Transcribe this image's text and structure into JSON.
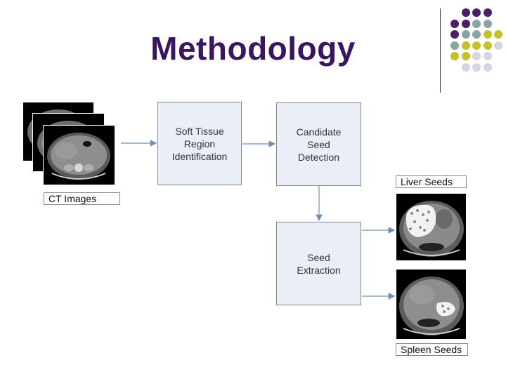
{
  "slide": {
    "title": "Methodology"
  },
  "colors": {
    "title": "#3b1660",
    "dot_purple": "#4b1f68",
    "dot_teal": "#8aa3a5",
    "dot_olive": "#c3c22b",
    "dot_lavender": "#d6d4e3",
    "arrow": "#6f8fb3",
    "box_fill": "#e9eef7"
  },
  "inputs": {
    "ct_images_label": "CT Images"
  },
  "steps": [
    {
      "label": "Soft Tissue\nRegion\nIdentification"
    },
    {
      "label": "Candidate\nSeed\nDetection"
    },
    {
      "label": "Seed\nExtraction"
    }
  ],
  "outputs": {
    "liver_label": "Liver Seeds",
    "spleen_label": "Spleen Seeds"
  },
  "decor": {
    "dot_grid_rows": [
      [
        "",
        "dot_purple",
        "dot_purple",
        "dot_purple"
      ],
      [
        "dot_purple",
        "dot_purple",
        "dot_teal",
        "dot_teal"
      ],
      [
        "dot_purple",
        "dot_teal",
        "dot_teal",
        "dot_olive",
        "dot_olive"
      ],
      [
        "dot_teal",
        "dot_olive",
        "dot_olive",
        "dot_olive",
        "dot_lavender"
      ],
      [
        "dot_olive",
        "dot_olive",
        "dot_lavender",
        "dot_lavender"
      ],
      [
        "",
        "dot_lavender",
        "dot_lavender",
        "dot_lavender"
      ]
    ]
  }
}
